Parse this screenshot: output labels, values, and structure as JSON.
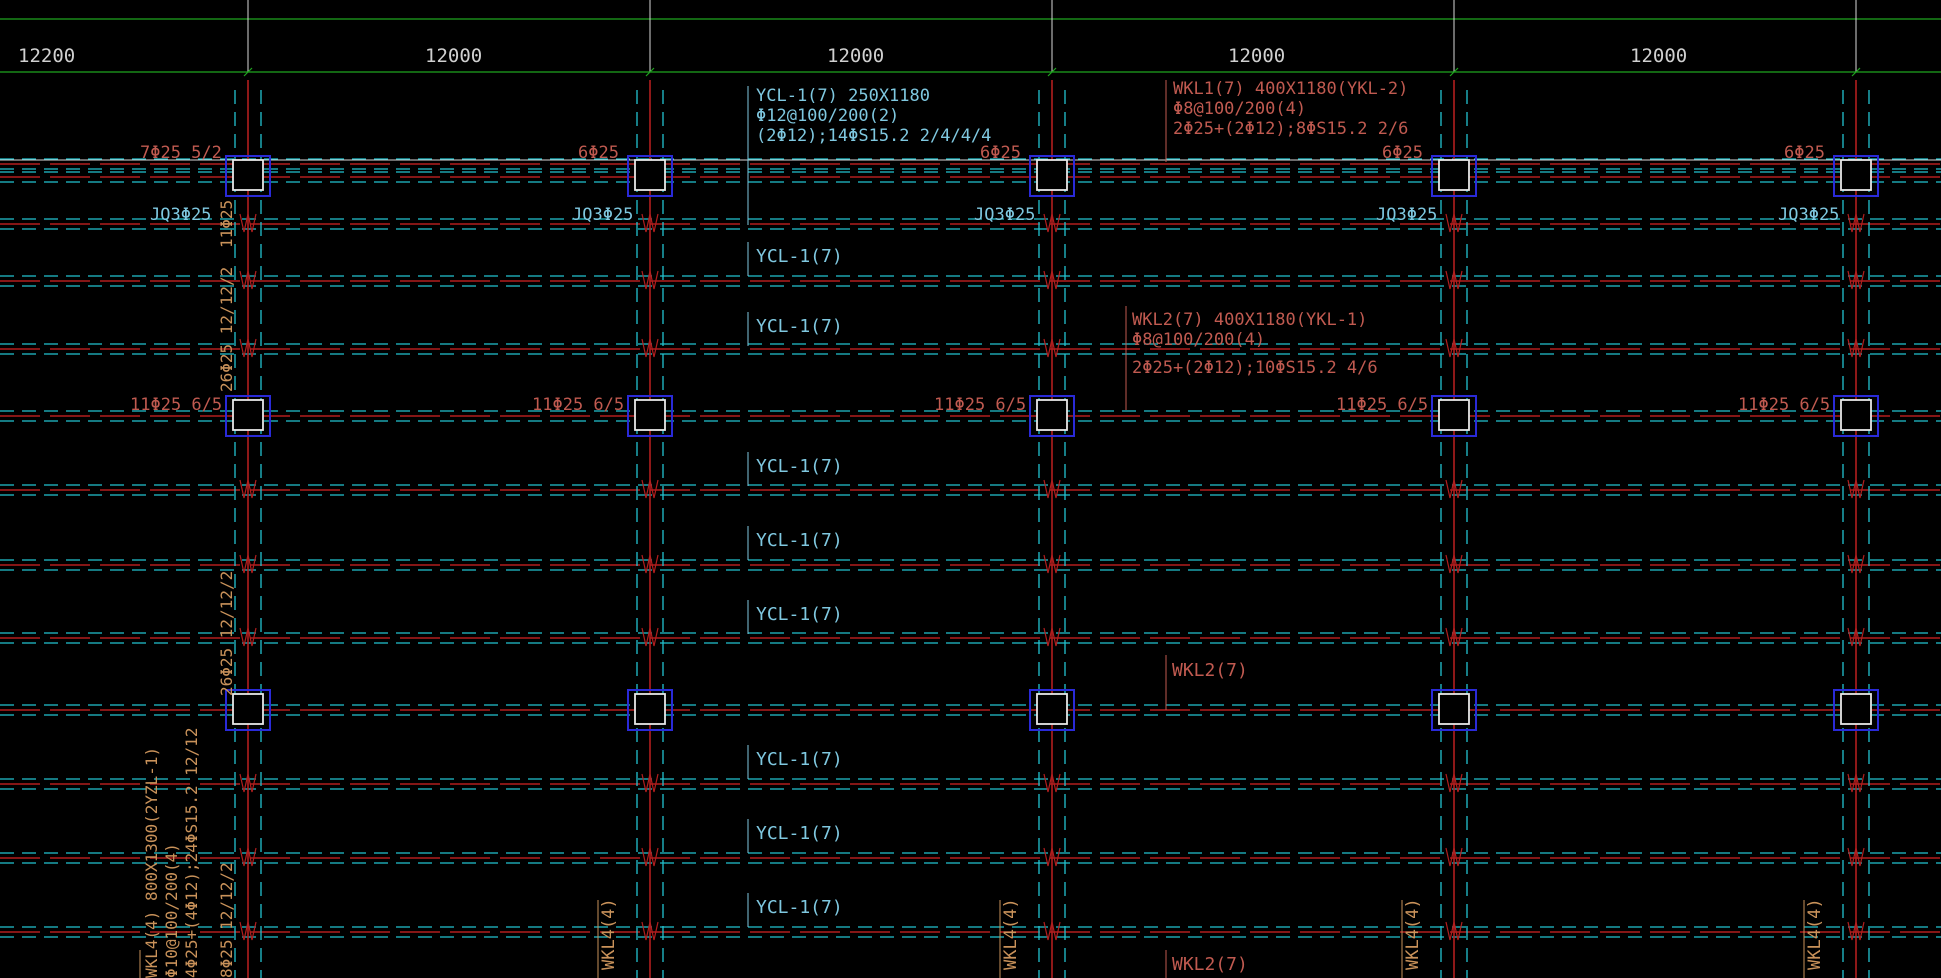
{
  "colors": {
    "background": "#000000",
    "grid_green": "#1fa51f",
    "axis_white": "#d8d8d8",
    "beam_red": "#b21e1e",
    "dash_cyan": "#22c3d0",
    "column_blue": "#2a2ad8",
    "column_white": "#e8e8e8",
    "label_cyan": "#7fc8e0",
    "label_red": "#c05a50",
    "label_tan": "#c9925a",
    "dim_text": "#d0d0d0"
  },
  "dimensions": [
    "12200",
    "12000",
    "12000",
    "12000",
    "12000"
  ],
  "ycl_top": {
    "line1": "YCL-1(7) 250X1180",
    "line2": "Φ12@100/200(2)",
    "line3": "(2Φ12);14ΦS15.2  2/4/4/4"
  },
  "ycl_labels": [
    "YCL-1(7)",
    "YCL-1(7)",
    "YCL-1(7)",
    "YCL-1(7)",
    "YCL-1(7)",
    "YCL-1(7)",
    "YCL-1(7)",
    "YCL-1(7)"
  ],
  "wkl1": {
    "line1": "WKL1(7) 400X1180(YKL-2)",
    "line2": "Φ8@100/200(4)",
    "line3": "2Φ25+(2Φ12);8ΦS15.2  2/6"
  },
  "wkl2": {
    "line1": "WKL2(7) 400X1180(YKL-1)",
    "line2": "Φ8@100/200(4)",
    "line3": "2Φ25+(2Φ12);10ΦS15.2  4/6"
  },
  "wkl2_simple": [
    "WKL2(7)",
    "WKL2(7)"
  ],
  "top_rebar": [
    "7Φ25 5/2",
    "6Φ25",
    "6Φ25",
    "6Φ25",
    "6Φ25"
  ],
  "jq_labels": [
    "JQ3Φ25",
    "JQ3Φ25",
    "JQ3Φ25",
    "JQ3Φ25",
    "JQ3Φ25"
  ],
  "mid_rebar": [
    "11Φ25 6/5",
    "11Φ25 6/5",
    "11Φ25 6/5",
    "11Φ25 6/5",
    "11Φ25 6/5"
  ],
  "vertical_rebar": [
    "11Φ25",
    "26Φ25 12/12/2",
    "26Φ25 12/12/2",
    "8Φ25 12/12/2"
  ],
  "wkl4_main": {
    "line1": "WKL4(4) 800X1300(2YZL-1)",
    "line2": "Φ10@100/200(4)",
    "line3": "4Φ25+(4Φ12);24ΦS15.2 12/12"
  },
  "wkl4_labels": [
    "WKL4(4)",
    "WKL4(4)",
    "WKL4(4)",
    "WKL4(4)"
  ]
}
